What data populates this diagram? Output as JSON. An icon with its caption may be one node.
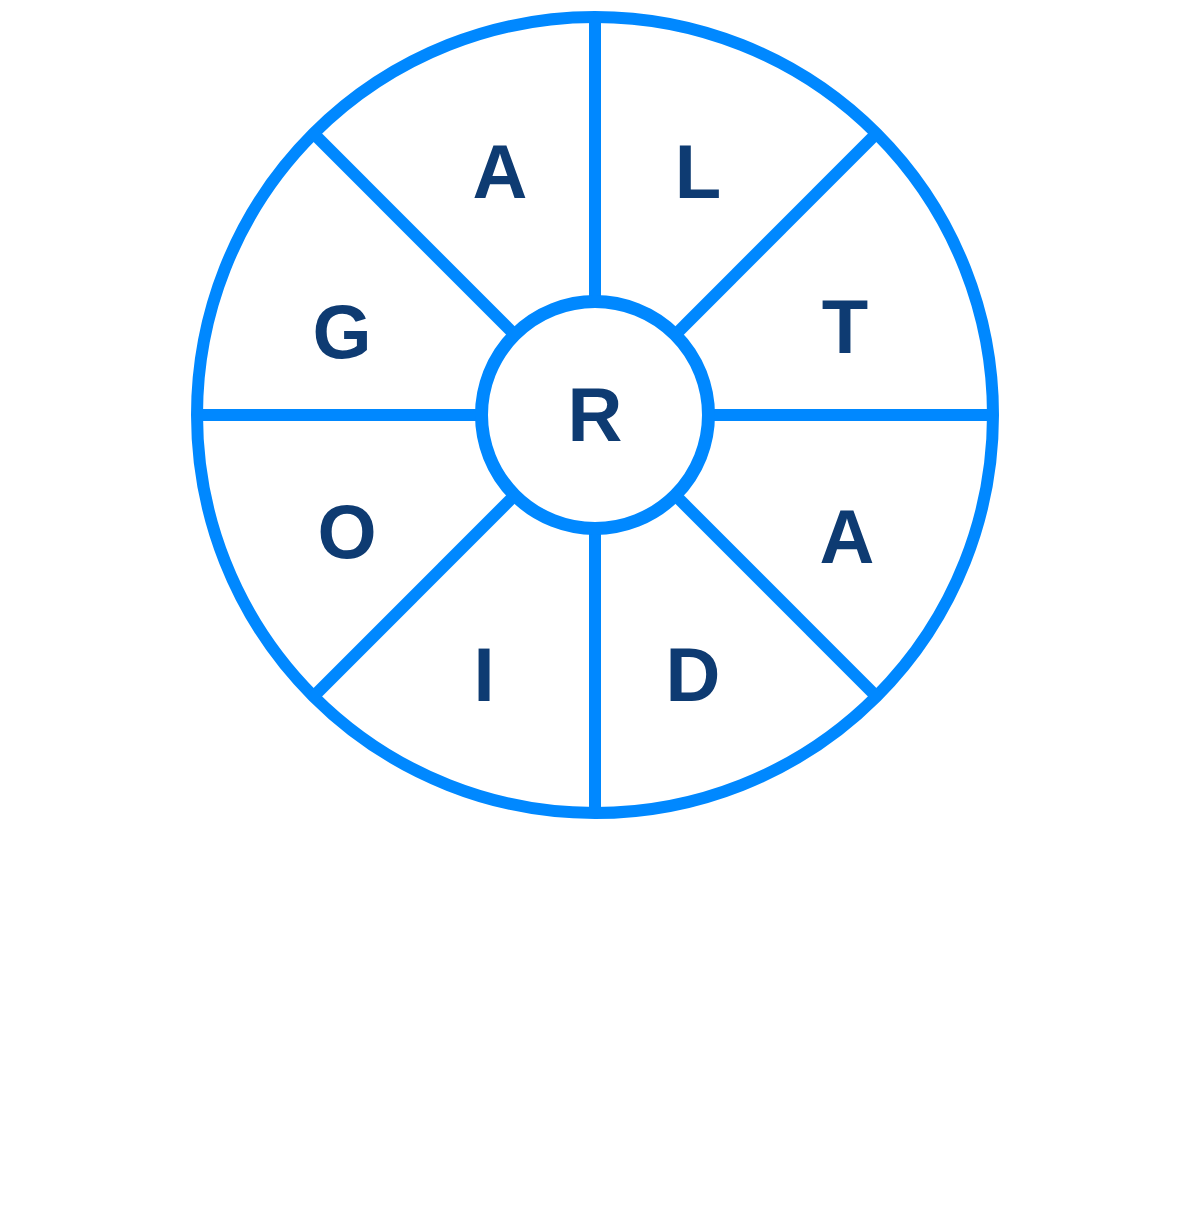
{
  "diagram": {
    "nodes": [
      {
        "text": [],
        "shape": "circle"
      },
      {
        "text": [
          "A"
        ],
        "in": 0
      },
      {
        "text": [
          "L"
        ],
        "in": 0
      },
      {
        "text": [
          "G"
        ],
        "in": 0
      },
      {
        "text": [
          "T"
        ],
        "in": 0
      },
      {
        "text": [
          "R"
        ],
        "in": 0
      },
      {
        "text": [
          "O"
        ],
        "in": 0
      },
      {
        "text": [
          "A"
        ],
        "in": 0
      },
      {
        "text": [
          "I"
        ],
        "in": 0
      },
      {
        "text": [
          "D"
        ],
        "in": 0
      }
    ]
  }
}
